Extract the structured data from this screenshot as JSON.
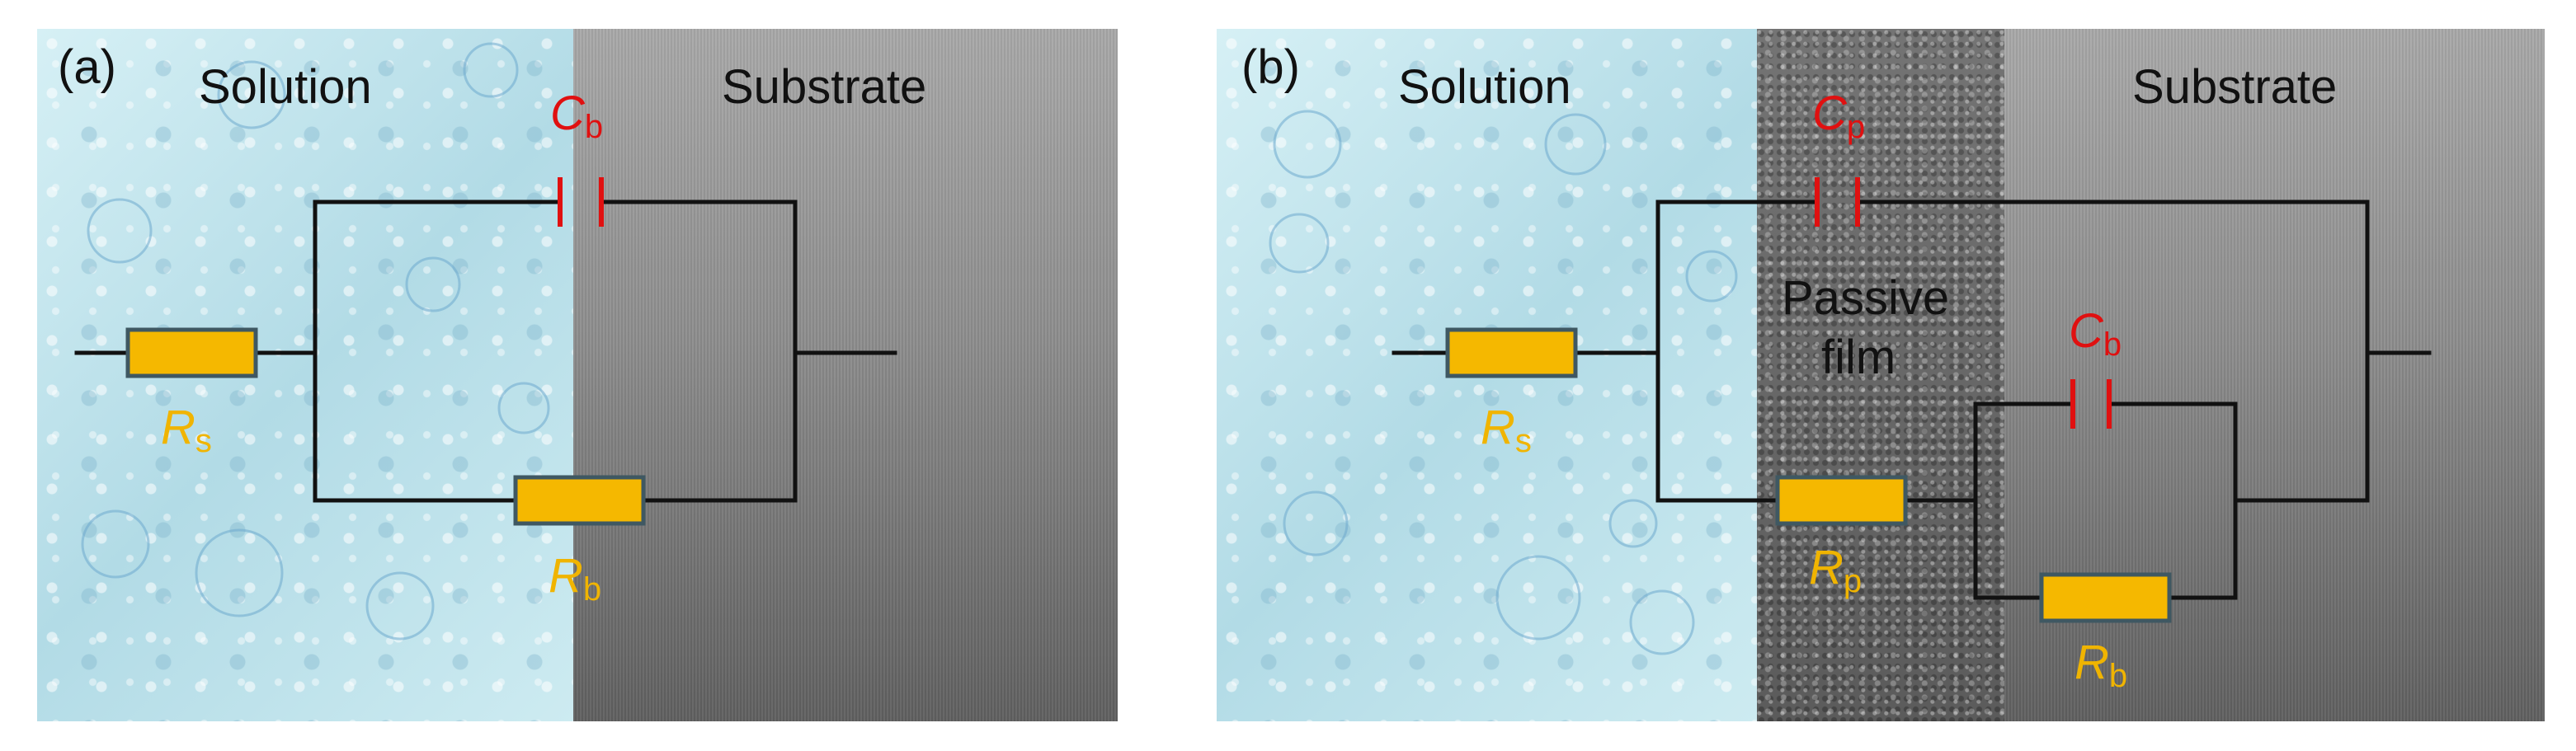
{
  "colors": {
    "wire": "#111111",
    "resistor_fill": "#f5b800",
    "resistor_stroke": "#3f5862",
    "capacitor": "#e01010",
    "resistor_label": "#f0b400",
    "capacitor_label": "#e01010"
  },
  "panel_a": {
    "label": "(a)",
    "regions": {
      "solution": "Solution",
      "substrate": "Substrate"
    },
    "components": {
      "Rs": {
        "symbol": "R",
        "subscript": "s"
      },
      "Cb": {
        "symbol": "C",
        "subscript": "b"
      },
      "Rb": {
        "symbol": "R",
        "subscript": "b"
      }
    }
  },
  "panel_b": {
    "label": "(b)",
    "regions": {
      "solution": "Solution",
      "substrate": "Substrate",
      "film_line1": "Passive",
      "film_line2": "film"
    },
    "components": {
      "Rs": {
        "symbol": "R",
        "subscript": "s"
      },
      "Cp": {
        "symbol": "C",
        "subscript": "p"
      },
      "Rp": {
        "symbol": "R",
        "subscript": "p"
      },
      "Cb": {
        "symbol": "C",
        "subscript": "b"
      },
      "Rb": {
        "symbol": "R",
        "subscript": "b"
      }
    }
  }
}
